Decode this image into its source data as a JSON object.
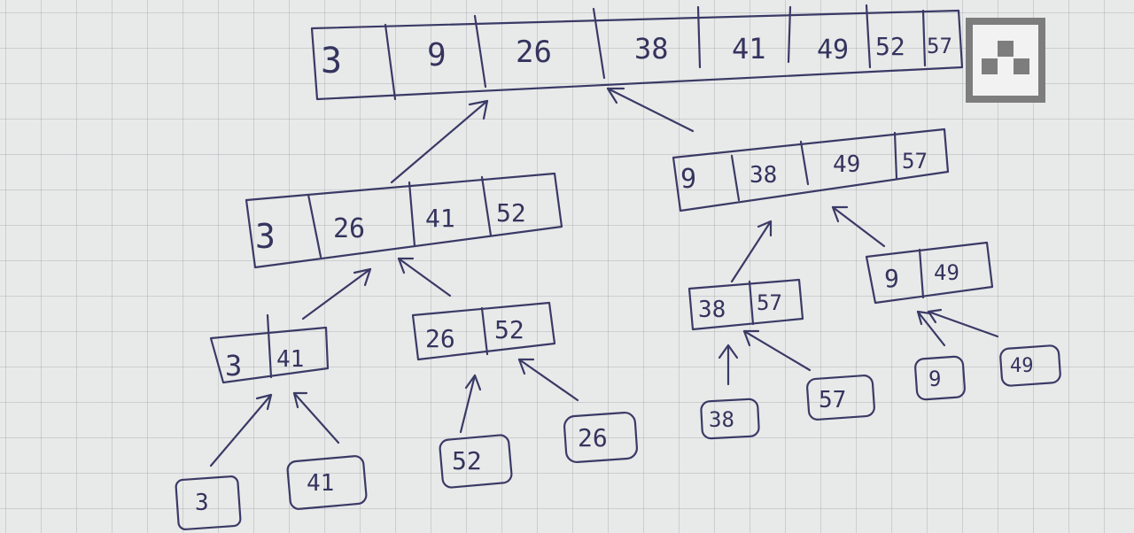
{
  "diagram": {
    "final": [
      "3",
      "9",
      "26",
      "38",
      "41",
      "49",
      "52",
      "57"
    ],
    "left_merge": [
      "3",
      "26",
      "41",
      "52"
    ],
    "right_merge": [
      "9",
      "38",
      "49",
      "57"
    ],
    "pair_3_41": [
      "3",
      "41"
    ],
    "pair_26_52": [
      "26",
      "52"
    ],
    "pair_38_57": [
      "38",
      "57"
    ],
    "pair_9_49": [
      "9",
      "49"
    ],
    "leaves": [
      "3",
      "41",
      "52",
      "26",
      "38",
      "57",
      "9",
      "49"
    ]
  },
  "colors": {
    "ink": "#3a3a66",
    "paper": "#e8eae9",
    "logo": "#7a7a7a"
  },
  "icons": {
    "corner_logo": "pixel-logo-icon"
  }
}
